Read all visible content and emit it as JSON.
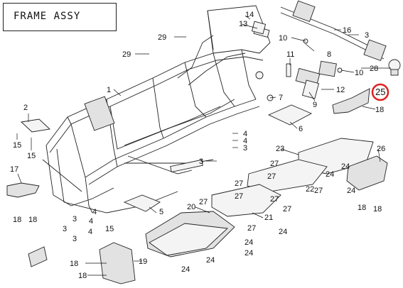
{
  "title": "FRAME ASSY",
  "callouts": [
    {
      "id": "c14",
      "text": "14"
    },
    {
      "id": "c13",
      "text": "13"
    },
    {
      "id": "c29a",
      "text": "29"
    },
    {
      "id": "c29b",
      "text": "29"
    },
    {
      "id": "c10a",
      "text": "10"
    },
    {
      "id": "c16",
      "text": "16"
    },
    {
      "id": "c3a",
      "text": "3"
    },
    {
      "id": "c11",
      "text": "11"
    },
    {
      "id": "c9",
      "text": "9"
    },
    {
      "id": "c8",
      "text": "8"
    },
    {
      "id": "c10b",
      "text": "10"
    },
    {
      "id": "c28",
      "text": "28"
    },
    {
      "id": "c1",
      "text": "1"
    },
    {
      "id": "c7",
      "text": "7"
    },
    {
      "id": "c12",
      "text": "12"
    },
    {
      "id": "c25",
      "text": "25"
    },
    {
      "id": "c18a",
      "text": "18"
    },
    {
      "id": "c2",
      "text": "2"
    },
    {
      "id": "c15a",
      "text": "15"
    },
    {
      "id": "c15b",
      "text": "15"
    },
    {
      "id": "c6",
      "text": "6"
    },
    {
      "id": "c4a",
      "text": "4"
    },
    {
      "id": "c4b",
      "text": "4"
    },
    {
      "id": "c3b",
      "text": "3"
    },
    {
      "id": "c23",
      "text": "23"
    },
    {
      "id": "c26",
      "text": "26"
    },
    {
      "id": "c3c",
      "text": "3"
    },
    {
      "id": "c27a",
      "text": "27"
    },
    {
      "id": "c24a",
      "text": "24"
    },
    {
      "id": "c17",
      "text": "17"
    },
    {
      "id": "c27b",
      "text": "27"
    },
    {
      "id": "c24b",
      "text": "24"
    },
    {
      "id": "c27c",
      "text": "27"
    },
    {
      "id": "c22",
      "text": "22"
    },
    {
      "id": "c27d",
      "text": "27"
    },
    {
      "id": "c27e",
      "text": "27"
    },
    {
      "id": "c27f",
      "text": "27"
    },
    {
      "id": "c18b",
      "text": "18"
    },
    {
      "id": "c18c",
      "text": "18"
    },
    {
      "id": "c18d",
      "text": "18"
    },
    {
      "id": "c18e",
      "text": "18"
    },
    {
      "id": "c24c",
      "text": "24"
    },
    {
      "id": "c5",
      "text": "5"
    },
    {
      "id": "c27g",
      "text": "27"
    },
    {
      "id": "c20",
      "text": "20"
    },
    {
      "id": "c27h",
      "text": "27"
    },
    {
      "id": "c21",
      "text": "21"
    },
    {
      "id": "c3d",
      "text": "3"
    },
    {
      "id": "c4c",
      "text": "4"
    },
    {
      "id": "c27i",
      "text": "27"
    },
    {
      "id": "c24d",
      "text": "24"
    },
    {
      "id": "c3e",
      "text": "3"
    },
    {
      "id": "c4d",
      "text": "4"
    },
    {
      "id": "c15c",
      "text": "15"
    },
    {
      "id": "c3f",
      "text": "3"
    },
    {
      "id": "c24e",
      "text": "24"
    },
    {
      "id": "c24f",
      "text": "24"
    },
    {
      "id": "c24g",
      "text": "24"
    },
    {
      "id": "c18f",
      "text": "18"
    },
    {
      "id": "c19",
      "text": "19"
    },
    {
      "id": "c18g",
      "text": "18"
    },
    {
      "id": "c24h",
      "text": "24"
    },
    {
      "id": "c4e",
      "text": "4"
    }
  ],
  "highlight": {
    "text": "25",
    "color": "#e02020"
  },
  "colors": {
    "line": "#222222",
    "part_fill": "#f4f4f4",
    "part_shade": "#e2e2e2"
  }
}
